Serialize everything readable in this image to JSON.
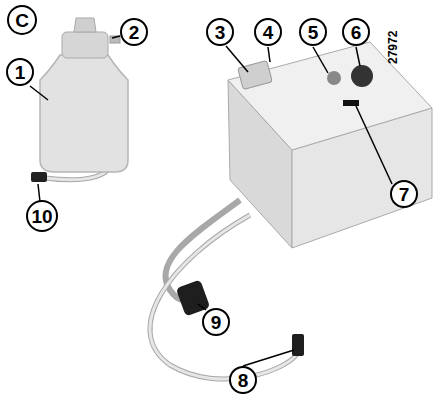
{
  "diagram": {
    "labels": [
      "C",
      "1",
      "2",
      "3",
      "4",
      "5",
      "6",
      "7",
      "8",
      "9",
      "10",
      "27972"
    ]
  }
}
